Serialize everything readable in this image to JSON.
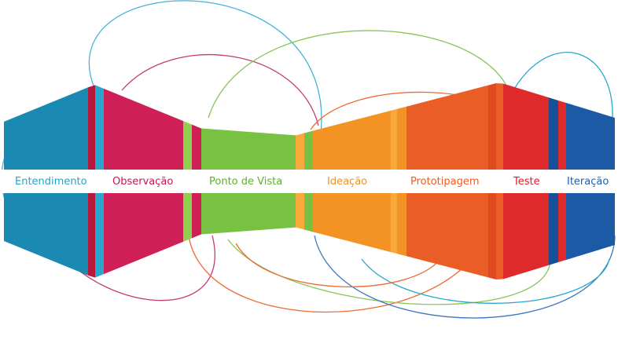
{
  "stages": [
    {
      "label": "Entendimento",
      "color": "#1a8ab3"
    },
    {
      "label": "Observação",
      "color": "#cf1f57"
    },
    {
      "label": "Ponto de Vista",
      "color": "#79c143"
    },
    {
      "label": "Ideação",
      "color": "#f29324"
    },
    {
      "label": "Prototipagem",
      "color": "#ea5d26"
    },
    {
      "label": "Teste",
      "color": "#df2a2c"
    },
    {
      "label": "Iteração",
      "color": "#1d5aa6"
    }
  ],
  "accent_stripes": {
    "dark_red": "#b8173c",
    "light_blue": "#2aa7cf",
    "light_green": "#8fcf4e",
    "light_orange": "#f7a93c",
    "dark_orange": "#e04a1f",
    "dark_blue": "#174f99"
  },
  "curve_colors": [
    "#46b3d6",
    "#c63b73",
    "#86c657",
    "#ee6a32",
    "#3d76bf",
    "#2aa7cf"
  ]
}
